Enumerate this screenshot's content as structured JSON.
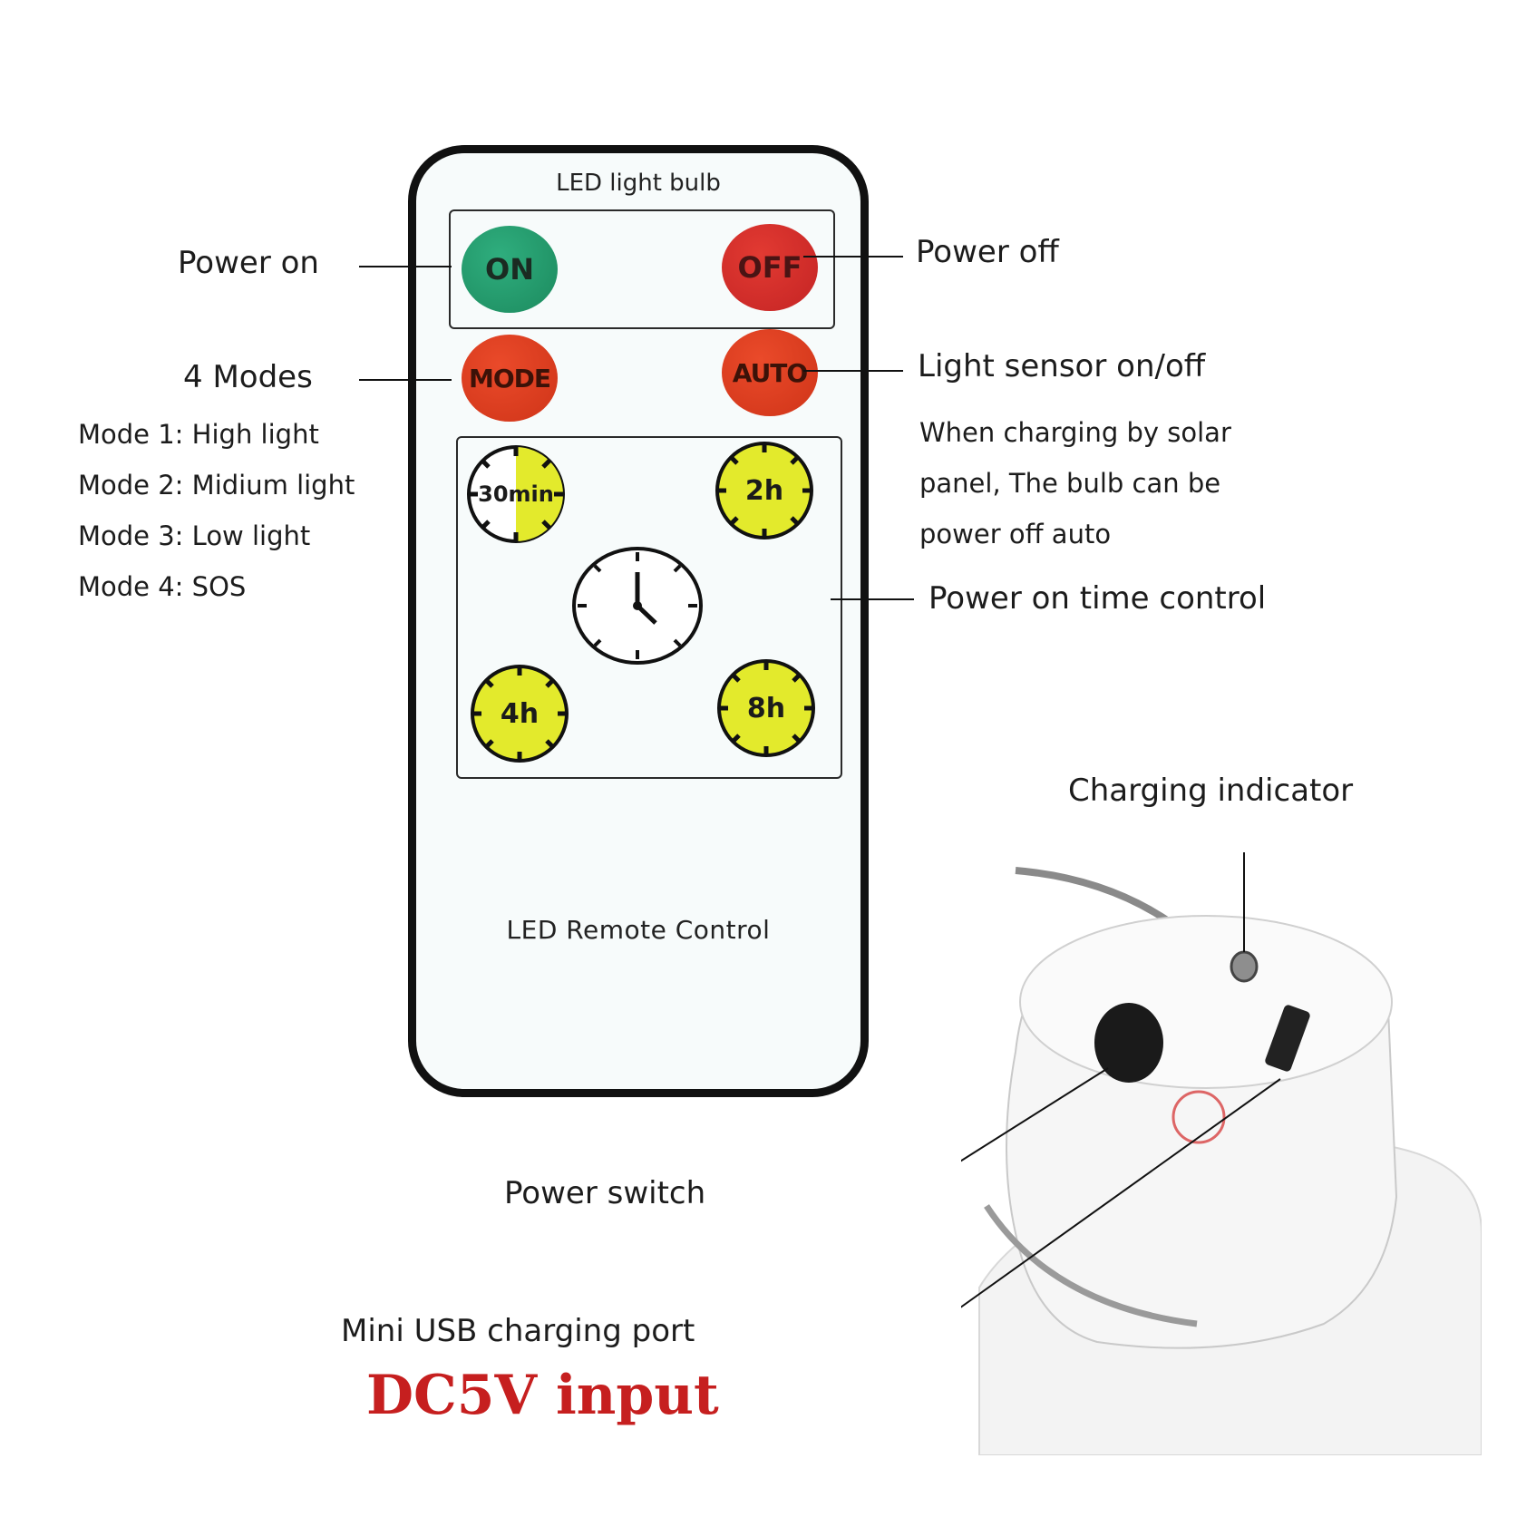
{
  "remote": {
    "top_label": "LED light bulb",
    "bottom_label": "LED Remote Control",
    "buttons": {
      "on": "ON",
      "off": "OFF",
      "mode": "MODE",
      "auto": "AUTO"
    },
    "timers": [
      "30min",
      "2h",
      "4h",
      "8h"
    ]
  },
  "callouts": {
    "power_on": "Power on",
    "power_off": "Power off",
    "four_modes": "4 Modes",
    "modes": [
      "Mode 1: High light",
      "Mode 2: Midium light",
      "Mode 3: Low light",
      "Mode 4: SOS"
    ],
    "light_sensor": "Light sensor on/off",
    "light_sensor_desc": [
      "When charging by solar",
      "panel, The bulb can be",
      "power off auto"
    ],
    "time_control": "Power on time control",
    "charging_indicator": "Charging indicator",
    "power_switch": "Power switch",
    "usb_port": "Mini USB charging port",
    "dc_input": "DC5V input"
  },
  "colors": {
    "on_button": "#1c8a5e",
    "off_button": "#c42424",
    "mode_button": "#cf3418",
    "timer_yellow": "#e3ea2c",
    "dc_input_text": "#c61f1f"
  },
  "icons": [
    "clock-icon"
  ]
}
